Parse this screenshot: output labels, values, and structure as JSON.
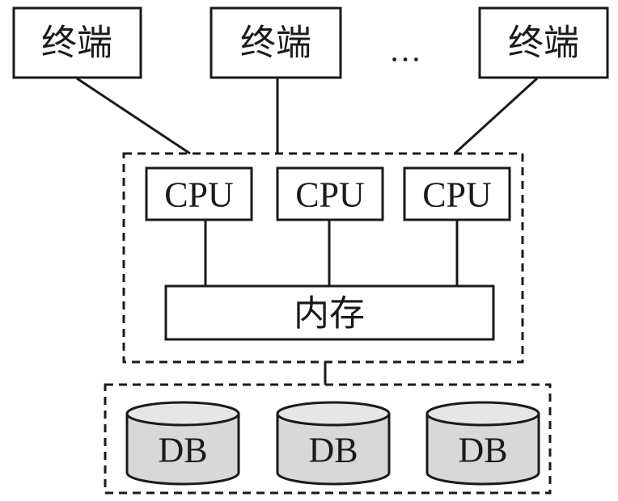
{
  "terminals": [
    {
      "label": "终端"
    },
    {
      "label": "终端"
    },
    {
      "label": "终端"
    }
  ],
  "ellipsis": "…",
  "cpus": [
    {
      "label": "CPU"
    },
    {
      "label": "CPU"
    },
    {
      "label": "CPU"
    }
  ],
  "memory": {
    "label": "内存"
  },
  "databases": [
    {
      "label": "DB"
    },
    {
      "label": "DB"
    },
    {
      "label": "DB"
    }
  ],
  "colors": {
    "stroke": "#1a1a1a",
    "db_fill": "#d8d8d8",
    "background": "#ffffff"
  }
}
